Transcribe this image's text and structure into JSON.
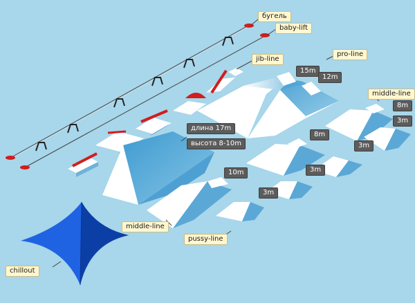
{
  "labels": {
    "bugel": "бугель",
    "baby_lift": "baby-lift",
    "jib_line": "jib-line",
    "pro_line": "pro-line",
    "middle_line_right": "middle-line",
    "middle_line_left": "middle-line",
    "pussy_line": "pussy-line",
    "chillout": "chillout",
    "length": "длина 17m",
    "height": "высота 8-10m",
    "size_15m": "15m",
    "size_12m": "12m",
    "size_8m_a": "8m",
    "size_3m_a": "3m",
    "size_8m_b": "8m",
    "size_3m_b": "3m",
    "size_3m_c": "3m",
    "size_10m": "10m",
    "size_3m_d": "3m"
  },
  "colors": {
    "sky": "#a8d6ea",
    "snow": "#ffffff",
    "snow_shade": "#4fa6d5",
    "rail_red": "#d21d1d",
    "tent_blue": "#1f63e3",
    "tent_dark": "#0c3fa6",
    "label_bg": "#fff7d0",
    "size_bg": "#5c5c5c"
  }
}
